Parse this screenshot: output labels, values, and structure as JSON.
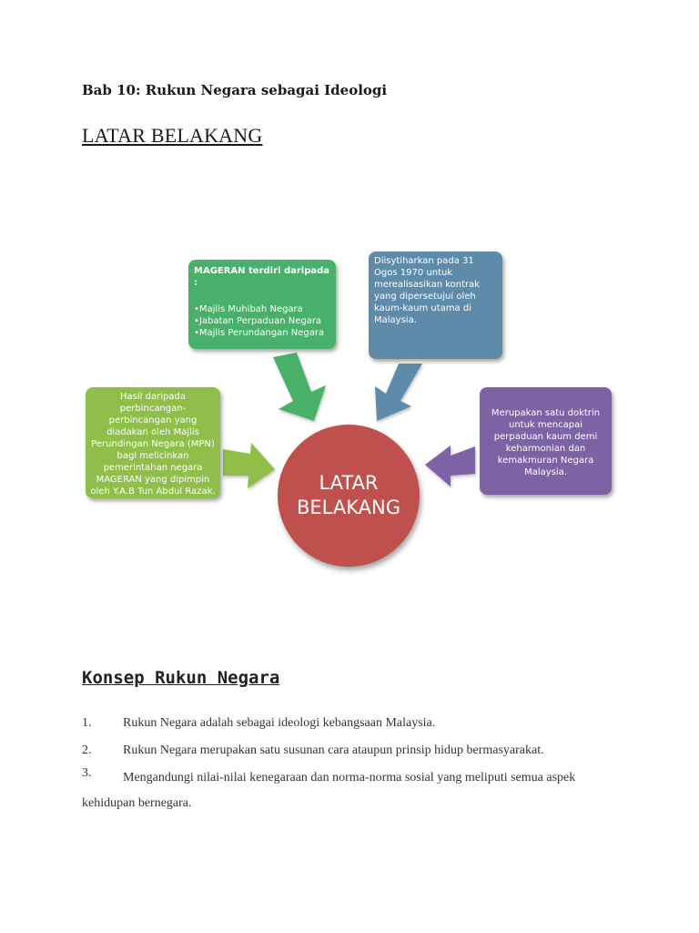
{
  "document": {
    "chapter_title": "Bab 10: Rukun Negara sebagai Ideologi",
    "section_heading": "LATAR BELAKANG",
    "diagram": {
      "center": {
        "label": "LATAR\nBELAKANG",
        "color": "#c0504d"
      },
      "top_left": {
        "title": "MAGERAN terdiri daripada :",
        "items": [
          "•Majlis Muhibah Negara",
          "•Jabatan Perpaduan Negara",
          "•Majlis Perundangan Negara"
        ],
        "color": "#48b06a"
      },
      "top_right": {
        "text": "Diisytiharkan pada 31 Ogos 1970 untuk merealisasikan kontrak yang dipersetujui oleh kaum-kaum utama di Malaysia.",
        "color": "#5f8bab"
      },
      "left": {
        "text": "Hasil daripada perbincangan-perbincangan yang diadakan oleh  Majlis Perundingan Negara (MPN) bagi melicinkan pemerintahan negara MAGERAN yang dipimpin oleh Y.A.B Tun Abdul Razak.",
        "color": "#8fbf4a"
      },
      "right": {
        "text": "Merupakan satu doktrin untuk mencapai perpaduan kaum demi keharmonian dan kemakmuran Negara Malaysia.",
        "color": "#7d62a4"
      }
    },
    "concept_heading": "Konsep Rukun Negara",
    "concept_points": [
      {
        "num": "1.",
        "text": "Rukun Negara adalah sebagai ideologi kebangsaan Malaysia."
      },
      {
        "num": "2.",
        "text": "Rukun Negara merupakan satu susunan cara ataupun prinsip hidup bermasyarakat."
      },
      {
        "num": "3.",
        "text": "Mengandungi nilai-nilai kenegaraan dan norma-norma sosial yang meliputi semua aspek kehidupan bernegara."
      }
    ]
  }
}
